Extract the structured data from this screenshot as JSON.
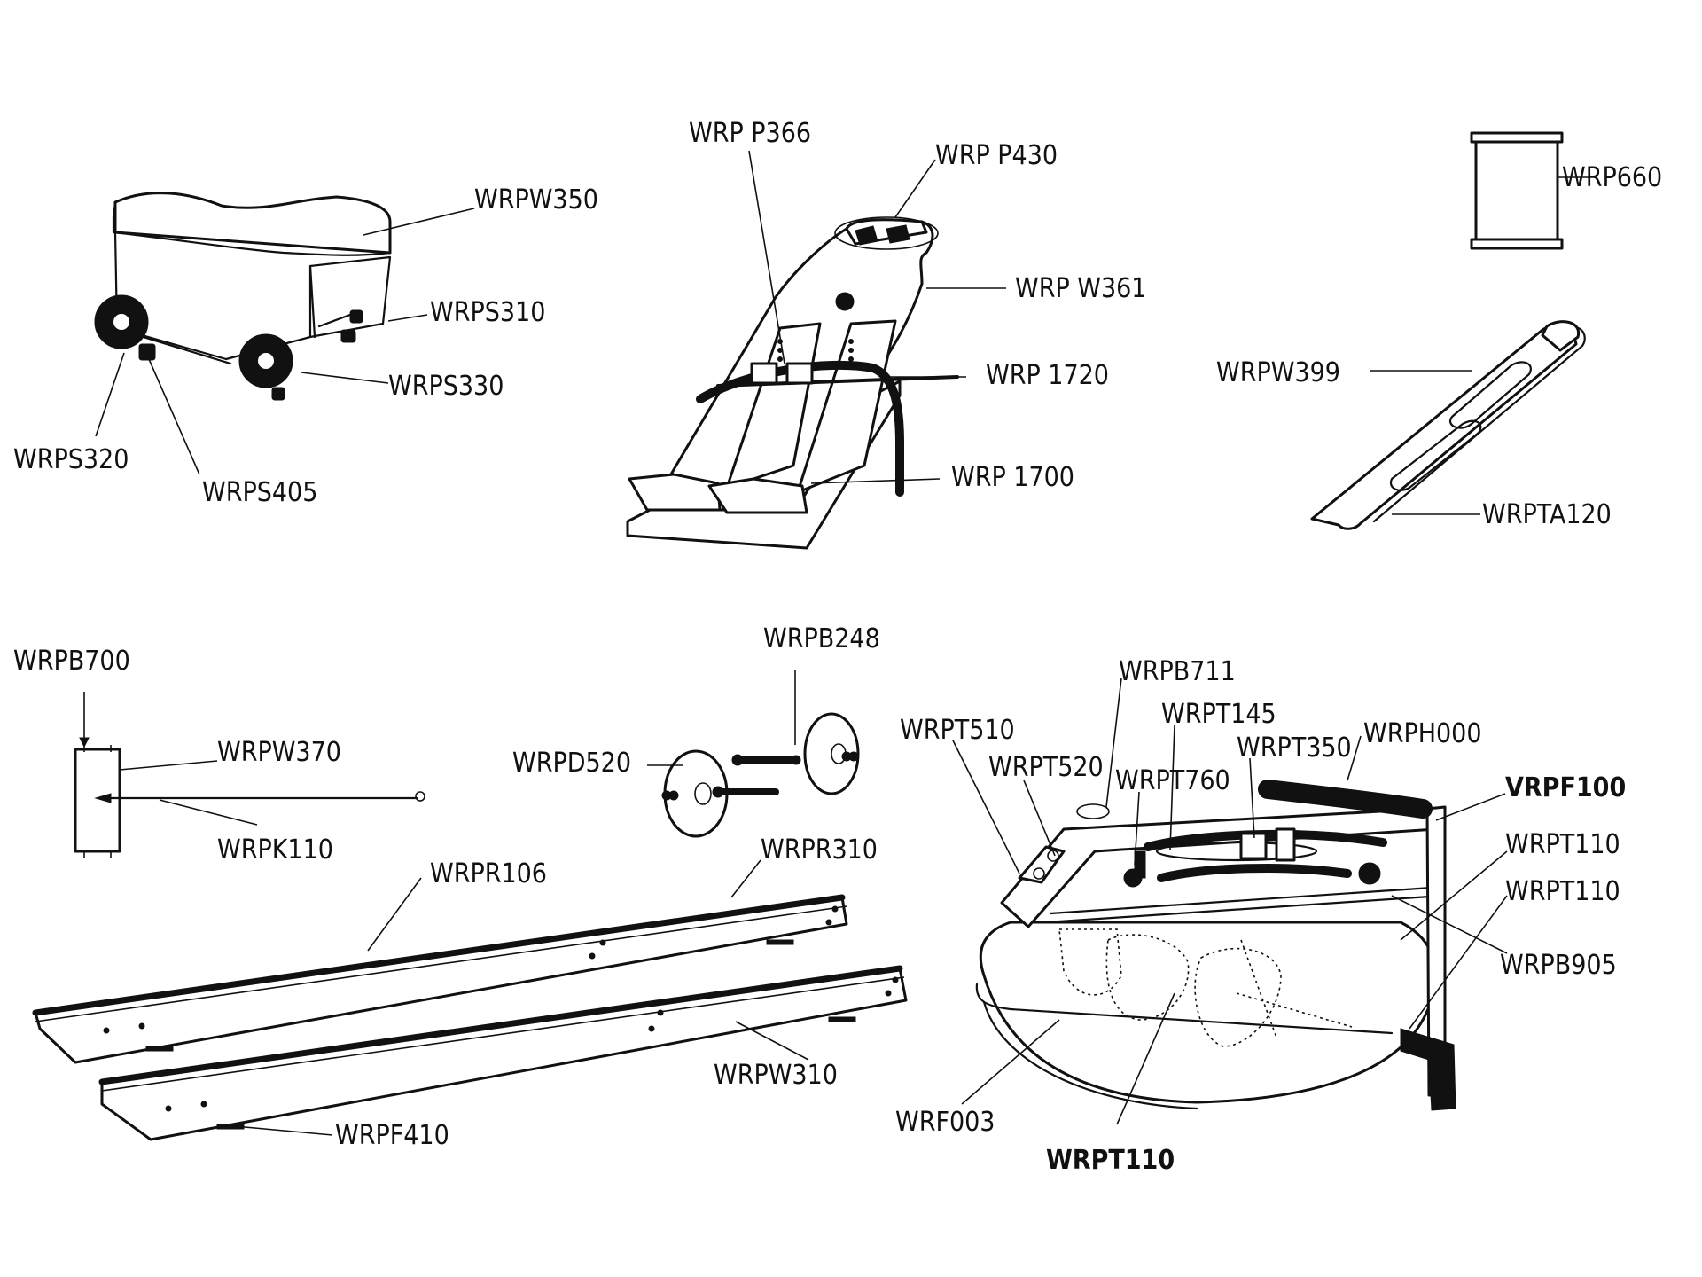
{
  "diagram": {
    "type": "exploded-parts-diagram",
    "labels": {
      "wrpw350": "WRPW350",
      "wrps310": "WRPS310",
      "wrps330": "WRPS330",
      "wrps320": "WRPS320",
      "wrps405": "WRPS405",
      "wrp_p366": "WRP P366",
      "wrp_p430": "WRP P430",
      "wrp_w361": "WRP W361",
      "wrp_1720": "WRP 1720",
      "wrp_1700": "WRP 1700",
      "wrp660": "WRP660",
      "wrpw399": "WRPW399",
      "wrpta120": "WRPTA120",
      "wrpb700": "WRPB700",
      "wrpw370": "WRPW370",
      "wrpk110": "WRPK110",
      "wrpb248": "WRPB248",
      "wrpd520": "WRPD520",
      "wrpr106": "WRPR106",
      "wrpr310": "WRPR310",
      "wrpw310": "WRPW310",
      "wrpf410": "WRPF410",
      "wrpb711": "WRPB711",
      "wrpt510": "WRPT510",
      "wrpt145": "WRPT145",
      "wrpt520": "WRPT520",
      "wrpt350": "WRPT350",
      "wrph000": "WRPH000",
      "wrpt760": "WRPT760",
      "vrpf100": "VRPF100",
      "wrpt110_a": "WRPT110",
      "wrpt110_b": "WRPT110",
      "wrpb905": "WRPB905",
      "wrf003": "WRF003",
      "wrpt110_c": "WRPT110"
    }
  }
}
